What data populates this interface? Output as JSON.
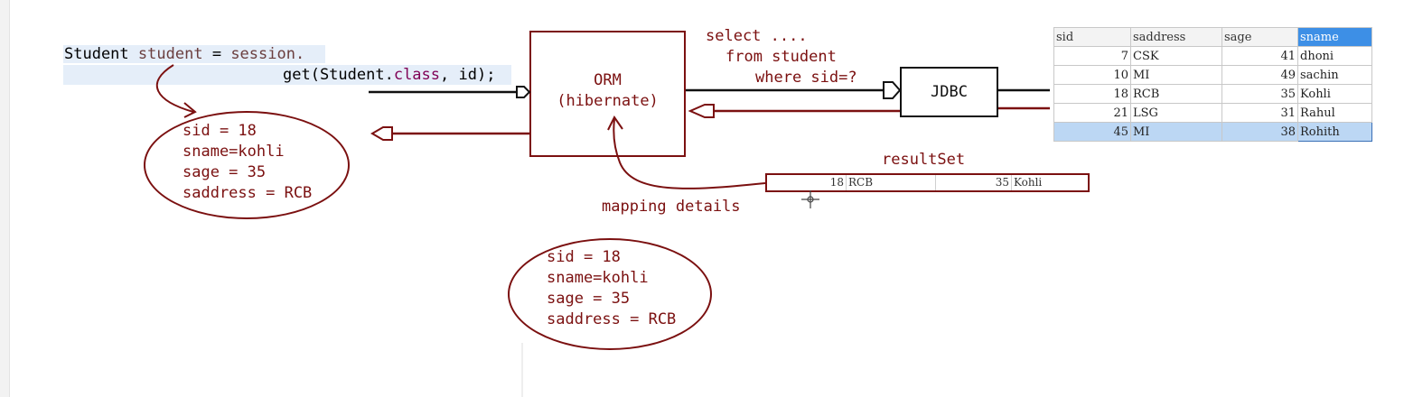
{
  "code": {
    "line1_type": "Student",
    "line1_var": "student",
    "line1_eq": "=",
    "line1_obj": "session.",
    "line2_method": "get(Student.",
    "line2_kw": "class",
    "line2_rest": ", id);"
  },
  "orm": {
    "line1": "ORM",
    "line2": "(hibernate)"
  },
  "query": {
    "line1": "select ....",
    "line2": "from student",
    "line3": "where sid=?"
  },
  "jdbc": {
    "label": "JDBC"
  },
  "result_set": {
    "label": "resultSet",
    "row": [
      "18",
      "RCB",
      "35",
      "Kohli"
    ]
  },
  "mapping": {
    "label": "mapping details"
  },
  "object_top": {
    "lines": [
      "sid = 18",
      "sname=kohli",
      "sage = 35",
      "saddress = RCB"
    ]
  },
  "object_bottom": {
    "lines": [
      "sid = 18",
      "sname=kohli",
      "sage = 35",
      "saddress = RCB"
    ]
  },
  "db_table": {
    "columns": [
      "sid",
      "saddress",
      "sage",
      "sname"
    ],
    "rows": [
      [
        "7",
        "CSK",
        "41",
        "dhoni"
      ],
      [
        "10",
        "MI",
        "49",
        "sachin"
      ],
      [
        "18",
        "RCB",
        "35",
        "Kohli"
      ],
      [
        "21",
        "LSG",
        "31",
        "Rahul"
      ],
      [
        "45",
        "MI",
        "38",
        "Rohith"
      ]
    ],
    "selected_row": 4,
    "selected_column": 3
  },
  "colors": {
    "ink": "#7b1010",
    "selection": "#bcd7f4",
    "header_selected": "#3d8fe6",
    "code_highlight": "#e5eef9"
  }
}
